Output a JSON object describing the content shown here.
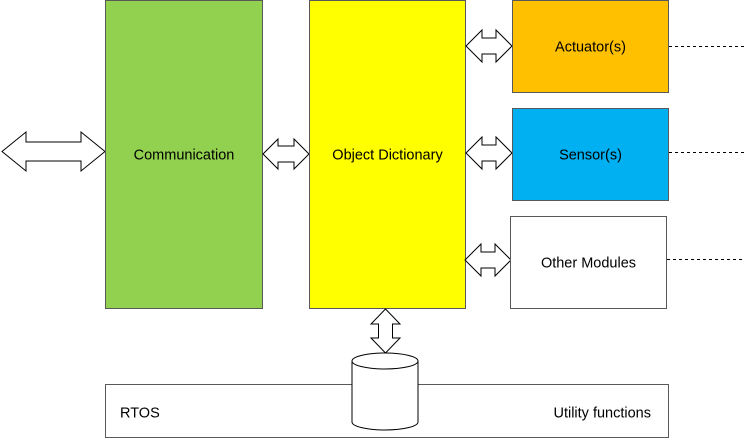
{
  "blocks": {
    "communication": {
      "label": "Communication",
      "color": "#92d050"
    },
    "object_dictionary": {
      "label": "Object Dictionary",
      "color": "#ffff00"
    },
    "actuators": {
      "label": "Actuator(s)",
      "color": "#ffc000"
    },
    "sensors": {
      "label": "Sensor(s)",
      "color": "#00b0f0"
    },
    "other_modules": {
      "label": "Other Modules",
      "color": "#ffffff"
    }
  },
  "base_bar": {
    "left_label": "RTOS",
    "right_label": "Utility functions"
  },
  "storage": {
    "icon": "database-cylinder-icon"
  }
}
